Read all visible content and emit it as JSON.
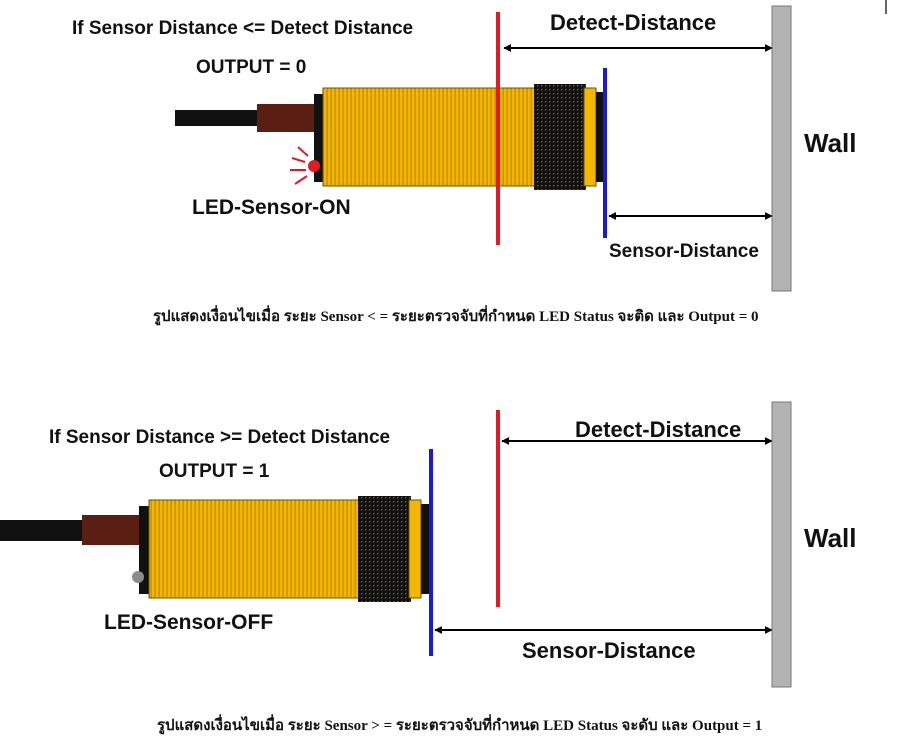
{
  "panels": [
    {
      "condition": "If  Sensor Distance <= Detect Distance",
      "output": "OUTPUT = 0",
      "led_label": "LED-Sensor-ON",
      "detect_label": "Detect-Distance",
      "sensor_label": "Sensor-Distance",
      "wall_label": "Wall",
      "caption": "รูปแสดงเงื่อนไขเมื่อ ระยะ Sensor < = ระยะตรวจจับที่กำหนด  LED Status จะติด และ Output = 0",
      "led_state": "on"
    },
    {
      "condition": "If  Sensor Distance >= Detect Distance",
      "output": "OUTPUT = 1",
      "led_label": "LED-Sensor-OFF",
      "detect_label": "Detect-Distance",
      "sensor_label": "Sensor-Distance",
      "wall_label": "Wall",
      "caption": "รูปแสดงเงื่อนไขเมื่อ ระยะ Sensor > = ระยะตรวจจับที่กำหนด LED Status จะดับ และ Output = 1",
      "led_state": "off"
    }
  ],
  "colors": {
    "sensor_body": "#f2b705",
    "sensor_rib": "#b07f00",
    "cable": "#111111",
    "cable_boot": "#5a1e12",
    "detect_line": "#e01b24",
    "sensor_line": "#1a1ad6",
    "wall": "#b3b3b3",
    "led_on": "#e01b24",
    "led_off": "#8c8c8c"
  }
}
